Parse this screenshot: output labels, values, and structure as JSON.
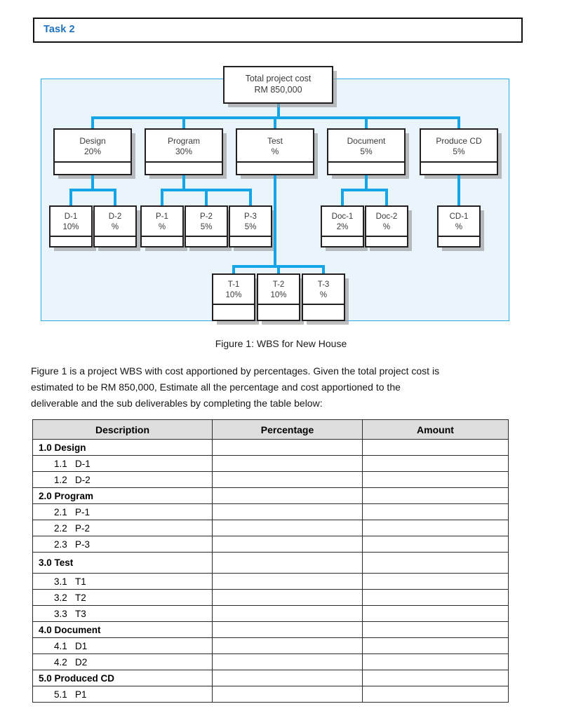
{
  "header": {
    "task_label": "Task 2"
  },
  "figure": {
    "caption": "Figure 1: WBS for New House",
    "canvas_color": "#eaf5fb",
    "connector_color": "#14a5e6",
    "root": {
      "line1": "Total project cost",
      "line2": "RM 850,000"
    },
    "level2": [
      {
        "name": "Design",
        "percent": "20%"
      },
      {
        "name": "Program",
        "percent": "30%"
      },
      {
        "name": "Test",
        "percent": "%"
      },
      {
        "name": "Document",
        "percent": "5%"
      },
      {
        "name": "Produce CD",
        "percent": "5%"
      }
    ],
    "design_children": [
      {
        "name": "D-1",
        "percent": "10%"
      },
      {
        "name": "D-2",
        "percent": "%"
      }
    ],
    "program_children": [
      {
        "name": "P-1",
        "percent": "%"
      },
      {
        "name": "P-2",
        "percent": "5%"
      },
      {
        "name": "P-3",
        "percent": "5%"
      }
    ],
    "document_children": [
      {
        "name": "Doc-1",
        "percent": "2%"
      },
      {
        "name": "Doc-2",
        "percent": "%"
      }
    ],
    "producecd_children": [
      {
        "name": "CD-1",
        "percent": "%"
      }
    ],
    "test_children": [
      {
        "name": "T-1",
        "percent": "10%"
      },
      {
        "name": "T-2",
        "percent": "10%"
      },
      {
        "name": "T-3",
        "percent": "%"
      }
    ]
  },
  "paragraph": {
    "line1": "Figure 1 is a project WBS with cost apportioned by percentages. Given the total project cost is",
    "line2": "estimated to be RM 850,000, Estimate all the percentage and cost apportioned to the",
    "line3": "deliverable and the sub deliverables by completing the table below:"
  },
  "table": {
    "columns": [
      "Description",
      "Percentage",
      "Amount"
    ],
    "rows": [
      {
        "type": "major",
        "num": "1.0",
        "label": "Design",
        "percentage": "",
        "amount": ""
      },
      {
        "type": "sub",
        "num": "1.1",
        "label": "D-1",
        "percentage": "",
        "amount": ""
      },
      {
        "type": "sub",
        "num": "1.2",
        "label": "D-2",
        "percentage": "",
        "amount": ""
      },
      {
        "type": "major",
        "num": "2.0",
        "label": "Program",
        "percentage": "",
        "amount": ""
      },
      {
        "type": "sub",
        "num": "2.1",
        "label": "P-1",
        "percentage": "",
        "amount": ""
      },
      {
        "type": "sub",
        "num": "2.2",
        "label": "P-2",
        "percentage": "",
        "amount": ""
      },
      {
        "type": "sub",
        "num": "2.3",
        "label": "P-3",
        "percentage": "",
        "amount": ""
      },
      {
        "type": "major",
        "num": "3.0",
        "label": "Test",
        "percentage": "",
        "amount": "",
        "tall": true
      },
      {
        "type": "sub",
        "num": "3.1",
        "label": "T1",
        "percentage": "",
        "amount": ""
      },
      {
        "type": "sub",
        "num": "3.2",
        "label": "T2",
        "percentage": "",
        "amount": ""
      },
      {
        "type": "sub",
        "num": "3.3",
        "label": "T3",
        "percentage": "",
        "amount": ""
      },
      {
        "type": "major",
        "num": "4.0",
        "label": "Document",
        "percentage": "",
        "amount": ""
      },
      {
        "type": "sub",
        "num": "4.1",
        "label": "D1",
        "percentage": "",
        "amount": ""
      },
      {
        "type": "sub",
        "num": "4.2",
        "label": "D2",
        "percentage": "",
        "amount": ""
      },
      {
        "type": "major",
        "num": "5.0",
        "label": "Produced CD",
        "percentage": "",
        "amount": ""
      },
      {
        "type": "sub",
        "num": "5.1",
        "label": "P1",
        "percentage": "",
        "amount": ""
      }
    ]
  }
}
